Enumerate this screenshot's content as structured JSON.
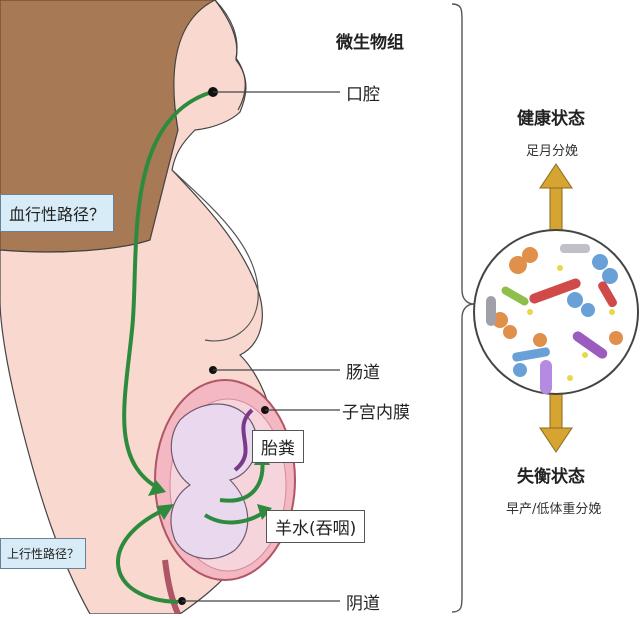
{
  "diagram": {
    "header": "微生物组",
    "sites": {
      "oral": "口腔",
      "gut": "肠道",
      "endometrium": "子宫内膜",
      "meconium": "胎粪",
      "amniotic": "羊水(吞咽)",
      "vagina": "阴道"
    },
    "routes": {
      "blood": "血行性路径？",
      "ascending": "上行性路径？"
    },
    "outcomes": {
      "healthy": {
        "title": "健康状态",
        "subtitle": "足月分娩"
      },
      "dysbiosis": {
        "title": "失衡状态",
        "subtitle": "早产/低体重分娩"
      }
    },
    "colors": {
      "skin": "#f9d9cf",
      "hair": "#a77a55",
      "arrow_green": "#2e8b3e",
      "gold_arrow": "#d6a531",
      "uterus": "#f4b8c2",
      "fetus": "#ead9ee",
      "label_box_blue": "#d8ecf8"
    }
  }
}
